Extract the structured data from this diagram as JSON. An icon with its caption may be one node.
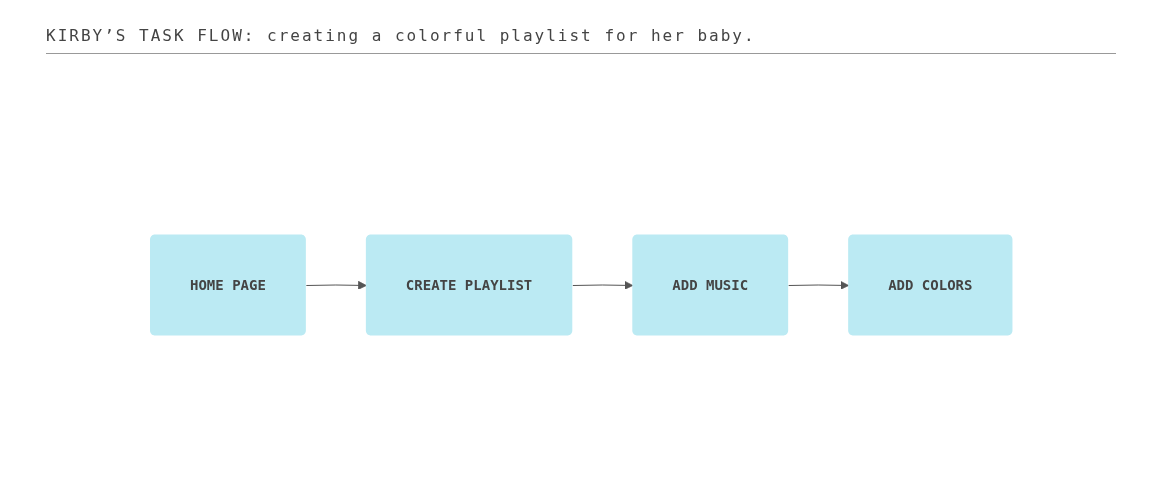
{
  "diagram": {
    "title": "KIRBY’S TASK FLOW: creating a colorful playlist for her baby.",
    "nodes": [
      {
        "text": [
          "HOME PAGE"
        ]
      },
      {
        "text": [
          "CREATE PLAYLIST"
        ]
      },
      {
        "text": [
          "ADD MUSIC"
        ]
      },
      {
        "text": [
          "ADD COLORS"
        ]
      }
    ],
    "edges": [
      {
        "from": 0,
        "to": 1,
        "arrow": "to"
      },
      {
        "from": 1,
        "to": 2,
        "arrow": "to"
      },
      {
        "from": 2,
        "to": 3,
        "arrow": "to"
      }
    ]
  }
}
